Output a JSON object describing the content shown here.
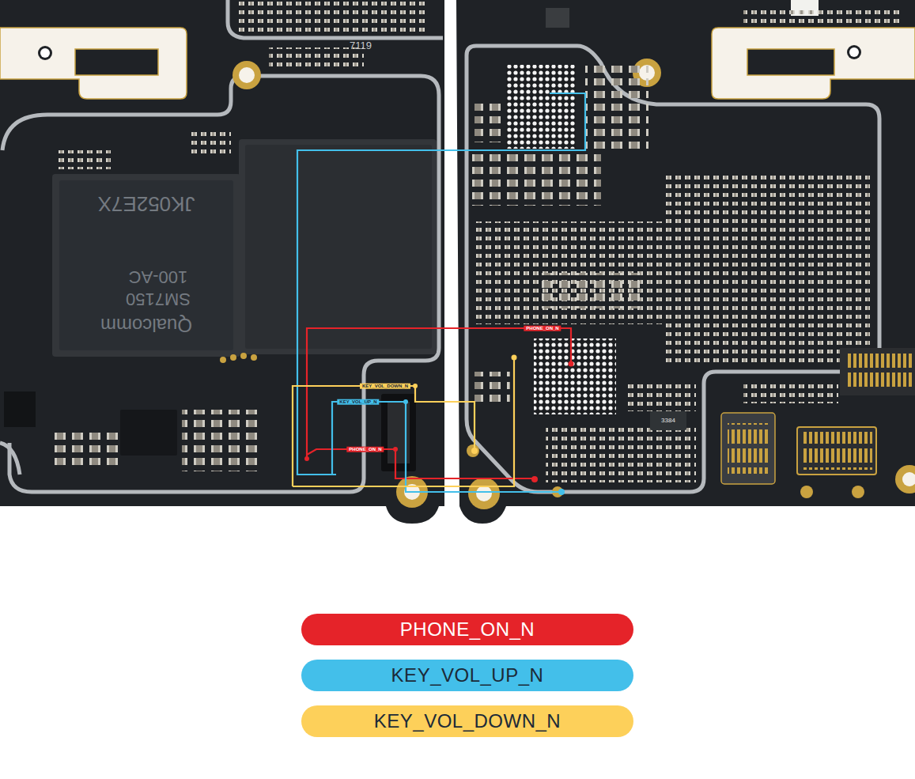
{
  "diagram": {
    "labels": [
      "7119",
      "JK052E7X",
      "SM7150",
      "100-AC",
      "Qualcomm",
      "3384",
      "PHONE_ON_N",
      "PHONE_ON_N",
      "KEY_VOL_DOWN_N",
      "KEY_VOL_UP_N"
    ],
    "legend": [
      {
        "text": "PHONE_ON_N",
        "color": "#e52329"
      },
      {
        "text": "KEY_VOL_UP_N",
        "color": "#43bfea"
      },
      {
        "text": "KEY_VOL_DOWN_N",
        "color": "#fdd05a"
      }
    ]
  }
}
